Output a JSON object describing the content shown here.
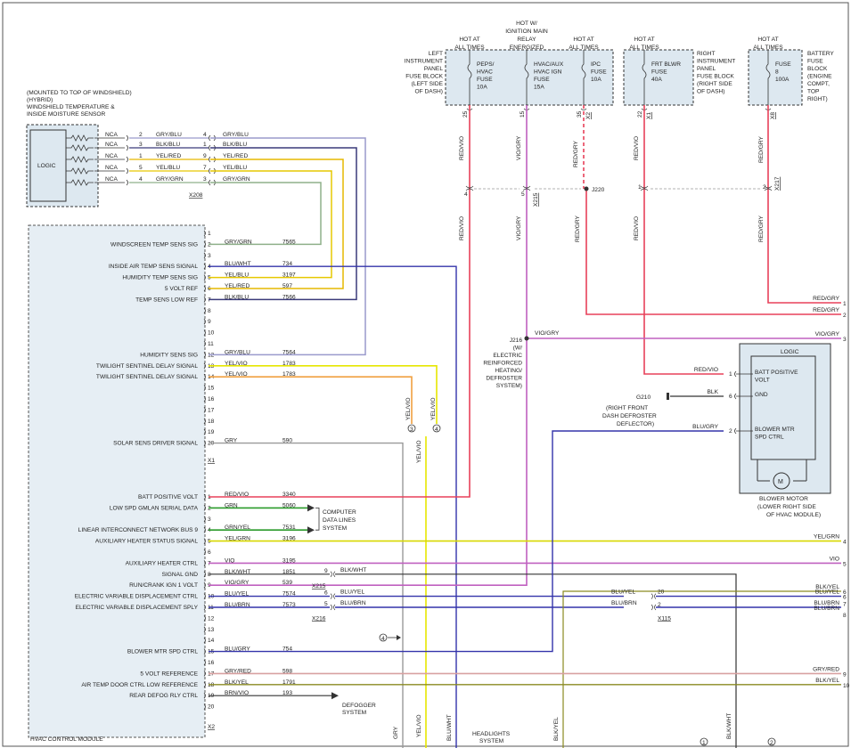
{
  "sensor": {
    "title_lines": [
      "(MOUNTED TO TOP OF WINDSHIELD)",
      "(HYBRID)",
      "WINDSHIELD TEMPERATURE &",
      "INSIDE MOISTURE SENSOR"
    ],
    "logic": "LOGIC",
    "connector": "X208",
    "rows": [
      {
        "nca": "NCA",
        "pin": "2",
        "wire": "GRY/BLU",
        "cpin": "4",
        "color": "GRY/BLU"
      },
      {
        "nca": "NCA",
        "pin": "3",
        "wire": "BLK/BLU",
        "cpin": "1",
        "color": "BLK/BLU"
      },
      {
        "nca": "NCA",
        "pin": "1",
        "wire": "YEL/RED",
        "cpin": "9",
        "color": "YEL/RED"
      },
      {
        "nca": "NCA",
        "pin": "5",
        "wire": "YEL/BLU",
        "cpin": "7",
        "color": "YEL/BLU"
      },
      {
        "nca": "NCA",
        "pin": "4",
        "wire": "GRY/GRN",
        "cpin": "3",
        "color": "GRY/GRN"
      }
    ]
  },
  "fuses": [
    {
      "hot": [
        "HOT AT",
        "ALL TIMES"
      ],
      "name": [
        "PEPS/",
        "HVAC",
        "FUSE",
        "10A"
      ],
      "pin": "25",
      "wire": "RED/VIO"
    },
    {
      "hot": [
        "HOT W/",
        "IGNITION MAIN",
        "RELAY",
        "ENERGIZED"
      ],
      "name": [
        "HVAC/AUX",
        "HVAC IGN",
        "FUSE",
        "15A"
      ],
      "pin": "15",
      "wire": "VIO/GRY"
    },
    {
      "hot": [
        "HOT AT",
        "ALL TIMES"
      ],
      "name": [
        "IPC",
        "FUSE",
        "10A"
      ],
      "pin": "35",
      "conn": "X2",
      "wire": "RED/GRY"
    },
    {
      "hot": [
        "HOT AT",
        "ALL TIMES"
      ],
      "name": [
        "FRT BLWR",
        "FUSE",
        "40A"
      ],
      "pin": "22",
      "conn": "X1",
      "wire": "RED/VIO"
    },
    {
      "hot": [
        "HOT AT",
        "ALL TIMES"
      ],
      "name": [
        "FUSE",
        "8",
        "100A"
      ],
      "conn": "X8",
      "wire": "RED/GRY"
    }
  ],
  "left_block": [
    "LEFT",
    "INSTRUMENT",
    "PANEL",
    "FUSE BLOCK",
    "(LEFT SIDE",
    "OF DASH)"
  ],
  "right_block": [
    "RIGHT",
    "INSTRUMENT",
    "PANEL",
    "FUSE BLOCK",
    "(RIGHT SIDE",
    "OF DASH)"
  ],
  "battery_block": [
    "BATTERY",
    "FUSE",
    "BLOCK",
    "(ENGINE",
    "COMPT,",
    "TOP",
    "RIGHT)"
  ],
  "junctions": {
    "x215": "X215",
    "x217": "X217",
    "j220": "J220",
    "j216": [
      "J216",
      "(W/",
      "ELECTRIC",
      "REINFORCED",
      "HEATING/",
      "DEFROSTER",
      "SYSTEM)"
    ],
    "p4": "4",
    "p5": "5",
    "p1": "1",
    "p2": "2"
  },
  "module_pins": [
    {
      "pin": "1",
      "label": "",
      "wire": "",
      "circuit": ""
    },
    {
      "pin": "2",
      "label": "WINDSCREEN TEMP SENS SIG",
      "wire": "GRY/GRN",
      "circuit": "7565"
    },
    {
      "pin": "3",
      "label": "",
      "wire": "",
      "circuit": ""
    },
    {
      "pin": "4",
      "label": "INSIDE AIR TEMP SENS SIGNAL",
      "wire": "BLU/WHT",
      "circuit": "734"
    },
    {
      "pin": "5",
      "label": "HUMIDITY TEMP SENS SIG",
      "wire": "YEL/BLU",
      "circuit": "3197"
    },
    {
      "pin": "6",
      "label": "5 VOLT REF",
      "wire": "YEL/RED",
      "circuit": "597"
    },
    {
      "pin": "7",
      "label": "TEMP SENS LOW REF",
      "wire": "BLK/BLU",
      "circuit": "7566"
    },
    {
      "pin": "8",
      "label": "",
      "wire": "",
      "circuit": ""
    },
    {
      "pin": "9",
      "label": "",
      "wire": "",
      "circuit": ""
    },
    {
      "pin": "10",
      "label": "",
      "wire": "",
      "circuit": ""
    },
    {
      "pin": "11",
      "label": "",
      "wire": "",
      "circuit": ""
    },
    {
      "pin": "12",
      "label": "HUMIDITY SENS SIG",
      "wire": "GRY/BLU",
      "circuit": "7564"
    },
    {
      "pin": "13",
      "label": "TWILIGHT SENTINEL DELAY SIGNAL",
      "wire": "YEL/VIO",
      "circuit": "1783"
    },
    {
      "pin": "14",
      "label": "TWILIGHT SENTINEL DELAY SIGNAL",
      "wire": "YEL/VIO",
      "circuit": "1783"
    },
    {
      "pin": "15",
      "label": "",
      "wire": "",
      "circuit": ""
    },
    {
      "pin": "16",
      "label": "",
      "wire": "",
      "circuit": ""
    },
    {
      "pin": "17",
      "label": "",
      "wire": "",
      "circuit": ""
    },
    {
      "pin": "18",
      "label": "",
      "wire": "",
      "circuit": ""
    },
    {
      "pin": "19",
      "label": "",
      "wire": "",
      "circuit": ""
    },
    {
      "pin": "20",
      "label": "SOLAR SENS DRIVER SIGNAL",
      "wire": "GRY",
      "circuit": "590"
    }
  ],
  "x1_label": "X1",
  "module_pins_x2": [
    {
      "pin": "1",
      "label": "BATT POSITIVE VOLT",
      "wire": "RED/VIO",
      "circuit": "3340"
    },
    {
      "pin": "2",
      "label": "LOW SPD GMLAN SERIAL DATA",
      "wire": "GRN",
      "circuit": "5060"
    },
    {
      "pin": "3",
      "label": "",
      "wire": "",
      "circuit": ""
    },
    {
      "pin": "4",
      "label": "LINEAR INTERCONNECT NETWORK BUS 9",
      "wire": "GRN/YEL",
      "circuit": "7531"
    },
    {
      "pin": "5",
      "label": "AUXILIARY HEATER STATUS SIGNAL",
      "wire": "YEL/GRN",
      "circuit": "3196"
    },
    {
      "pin": "6",
      "label": "",
      "wire": "",
      "circuit": ""
    },
    {
      "pin": "7",
      "label": "AUXILIARY HEATER CTRL",
      "wire": "VIO",
      "circuit": "3195"
    },
    {
      "pin": "8",
      "label": "SIGNAL GND",
      "wire": "BLK/WHT",
      "circuit": "1851"
    },
    {
      "pin": "9",
      "label": "RUN/CRANK IGN 1 VOLT",
      "wire": "VIO/GRY",
      "circuit": "539"
    },
    {
      "pin": "10",
      "label": "ELECTRIC VARIABLE DISPLACEMENT CTRL",
      "wire": "BLU/YEL",
      "circuit": "7574"
    },
    {
      "pin": "11",
      "label": "ELECTRIC VARIABLE DISPLACEMENT SPLY",
      "wire": "BLU/BRN",
      "circuit": "7573"
    },
    {
      "pin": "12",
      "label": "",
      "wire": "",
      "circuit": ""
    },
    {
      "pin": "13",
      "label": "",
      "wire": "",
      "circuit": ""
    },
    {
      "pin": "14",
      "label": "",
      "wire": "",
      "circuit": ""
    },
    {
      "pin": "15",
      "label": "BLOWER MTR SPD CTRL",
      "wire": "BLU/GRY",
      "circuit": "754"
    },
    {
      "pin": "16",
      "label": "",
      "wire": "",
      "circuit": ""
    },
    {
      "pin": "17",
      "label": "5 VOLT REFERENCE",
      "wire": "GRY/RED",
      "circuit": "598"
    },
    {
      "pin": "18",
      "label": "AIR TEMP DOOR CTRL LOW REFERENCE",
      "wire": "BLK/YEL",
      "circuit": "1791"
    },
    {
      "pin": "19",
      "label": "REAR DEFOG RLY CTRL",
      "wire": "BRN/VIO",
      "circuit": "193"
    },
    {
      "pin": "20",
      "label": "",
      "wire": "",
      "circuit": ""
    }
  ],
  "x2_label": "X2",
  "module_title": "HVAC CONTROL MODULE",
  "computer_data": [
    "COMPUTER",
    "DATA LINES",
    "SYSTEM"
  ],
  "defogger": [
    "DEFOGGER",
    "SYSTEM"
  ],
  "headlights": [
    "HEADLIGHTS",
    "SYSTEM"
  ],
  "x215b": {
    "pin": "9",
    "wire": "BLK/WHT",
    "conn": "X215"
  },
  "x216": {
    "pin6": "6",
    "pin5": "5",
    "w1": "BLU/YEL",
    "w2": "BLU/BRN",
    "conn": "X216"
  },
  "x115": {
    "pin20": "20",
    "pin2": "2",
    "w1": "BLU/YEL",
    "w2": "BLU/BRN",
    "conn": "X115"
  },
  "yelvio_pins": [
    "3",
    "4"
  ],
  "yelvio_label": "YEL/VIO",
  "ref4": "4",
  "blower": {
    "logic": "LOGIC",
    "pins": [
      {
        "pin": "1",
        "wire": "RED/VIO",
        "label": [
          "BATT POSITIVE",
          "VOLT"
        ]
      },
      {
        "pin": "6",
        "wire": "BLK",
        "label": [
          "GND"
        ]
      },
      {
        "pin": "2",
        "wire": "BLU/GRY",
        "label": [
          "BLOWER MTR",
          "SPD CTRL"
        ]
      }
    ],
    "motor": "M",
    "title": [
      "BLOWER MOTOR",
      "(LOWER RIGHT SIDE",
      "OF HVAC MODULE)"
    ],
    "ground": [
      "G210",
      "(RIGHT FRONT",
      "DASH DEFROSTER",
      "DEFLECTOR)"
    ]
  },
  "right_edge": [
    {
      "n": "1",
      "w": "RED/GRY"
    },
    {
      "n": "2",
      "w": "RED/GRY"
    },
    {
      "n": "3",
      "w": "VIO/GRY"
    },
    {
      "n": "4",
      "w": "YEL/GRN"
    },
    {
      "n": "5",
      "w": "VIO"
    },
    {
      "n": "6",
      "w": "BLK/YEL"
    },
    {
      "n": "6",
      "w": "BLU/YEL"
    },
    {
      "n": "7",
      "w": "BLU/BRN"
    },
    {
      "n": "8",
      "w": "BLU/BRN"
    },
    {
      "n": "9",
      "w": "GRY/RED"
    },
    {
      "n": "10",
      "w": "BLK/YEL"
    }
  ],
  "bottom_labels": [
    "GRY",
    "YEL/VIO",
    "BLU/WHT",
    "BLK/YEL",
    "BLK/WHT"
  ],
  "bottom_refs": [
    "1",
    "2"
  ],
  "vertical_labels": {
    "redvio1": "RED/VIO",
    "viogry1": "VIO/GRY",
    "redgry1": "RED/GRY",
    "redvio2": "RED/VIO",
    "redgry2": "RED/GRY"
  },
  "j216_wire": "VIO/GRY",
  "colors": {
    "red": "#e8415a",
    "violet": "#c060c0",
    "grygrn": "#8fb08a",
    "grayblue": "#9a9acc",
    "blkblu": "#3a3a7a",
    "yelred": "#e6b800",
    "yelblu": "#e6c800",
    "blue": "#3333aa",
    "green": "#2a9a2a",
    "yellow": "#e6e600",
    "black": "#333333",
    "gray": "#999999",
    "olive": "#8a8a20",
    "sensor_fill": "#dde8f0",
    "module_fill": "#e6eef4"
  }
}
